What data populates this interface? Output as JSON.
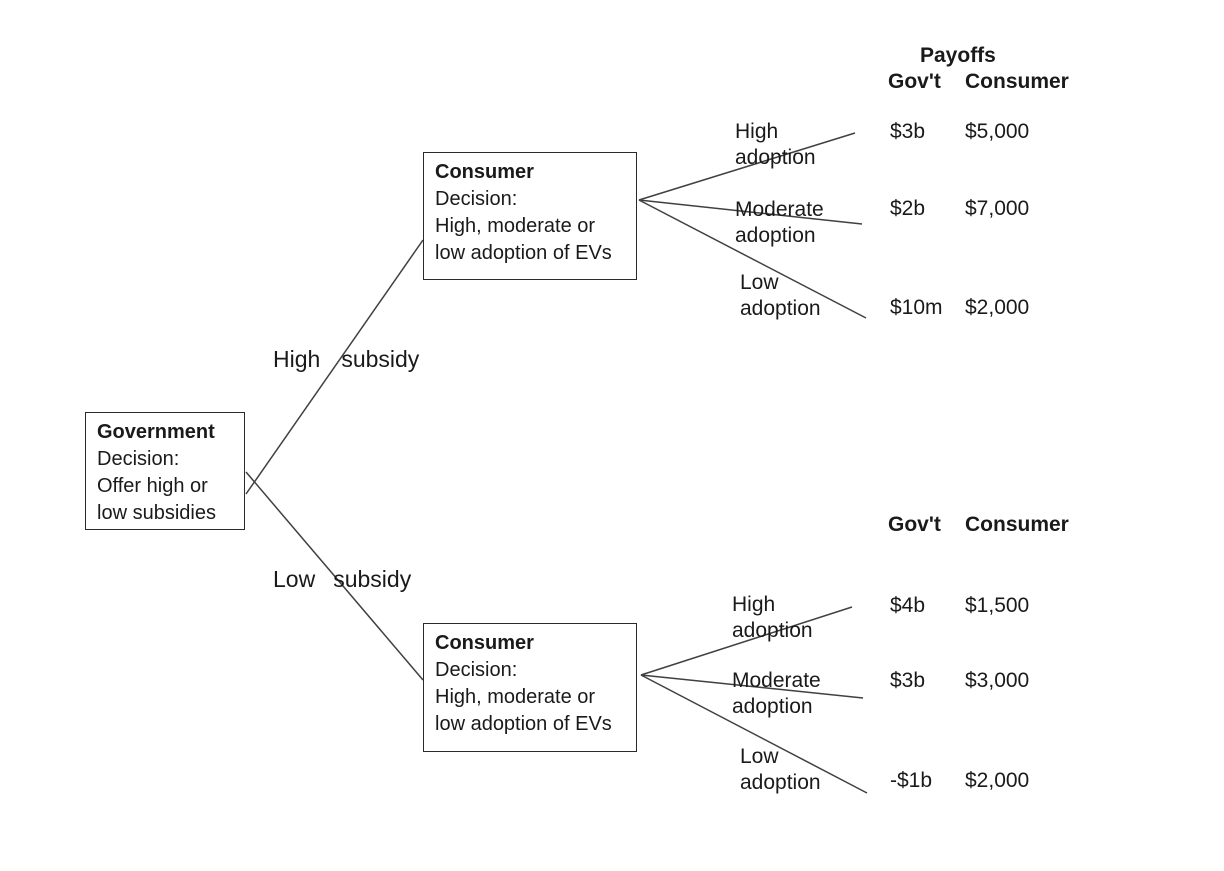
{
  "diagram_title": "Government EV subsidy decision tree",
  "header": {
    "payoffs": "Payoffs",
    "govt_col": "Gov't",
    "consumer_col": "Consumer"
  },
  "nodes": {
    "government": {
      "title": "Government",
      "line1": "Decision:",
      "line2": "Offer high or",
      "line3": "low subsidies"
    },
    "consumer": {
      "title": "Consumer",
      "line1": "Decision:",
      "line2": "High, moderate or",
      "line3": "low adoption of EVs"
    }
  },
  "subsidy_branches": {
    "high": {
      "word1": "High",
      "word2": "subsidy"
    },
    "low": {
      "word1": "Low",
      "word2": "subsidy"
    }
  },
  "tree": {
    "high_subsidy_outcomes": [
      {
        "label1": "High",
        "label2": "adoption",
        "govt": "$3b",
        "consumer": "$5,000"
      },
      {
        "label1": "Moderate",
        "label2": "adoption",
        "govt": "$2b",
        "consumer": "$7,000"
      },
      {
        "label1": "Low",
        "label2": "adoption",
        "govt": "$10m",
        "consumer": "$2,000"
      }
    ],
    "low_subsidy_outcomes": [
      {
        "label1": "High",
        "label2": "adoption",
        "govt": "$4b",
        "consumer": "$1,500"
      },
      {
        "label1": "Moderate",
        "label2": "adoption",
        "govt": "$3b",
        "consumer": "$3,000"
      },
      {
        "label1": "Low",
        "label2": "adoption",
        "govt": "-$1b",
        "consumer": "$2,000"
      }
    ]
  },
  "colors": {
    "line": "#404040",
    "text": "#1a1a1a",
    "border": "#2b2b2b",
    "background": "#ffffff"
  }
}
